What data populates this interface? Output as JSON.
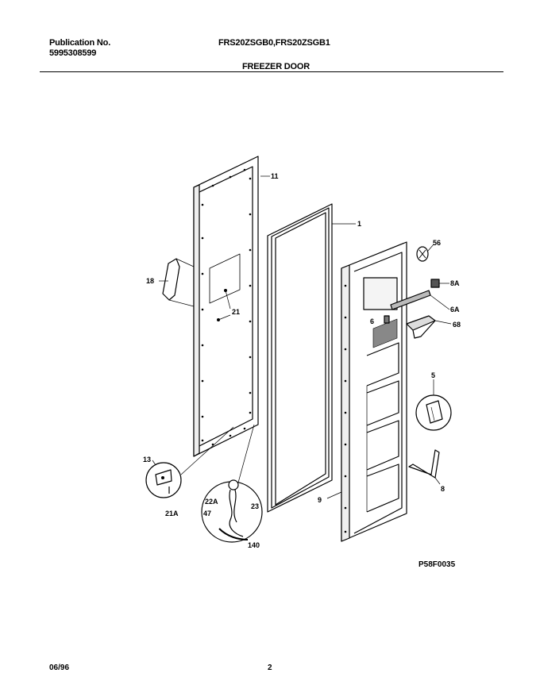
{
  "header": {
    "publication_label": "Publication No.",
    "publication_number": "5995308599",
    "models": "FRS20ZSGB0,FRS20ZSGB1",
    "section_title": "FREEZER DOOR"
  },
  "callouts": {
    "c11": "11",
    "c1": "1",
    "c56": "56",
    "c8A_top": "8A",
    "c6A": "6A",
    "c6": "6",
    "c68": "68",
    "c18": "18",
    "c21": "21",
    "c5": "5",
    "c8": "8",
    "c9": "9",
    "c13": "13",
    "c21A": "21A",
    "c22A": "22A",
    "c23": "23",
    "c47": "47",
    "c140": "140"
  },
  "figure_code": "P58F0035",
  "footer": {
    "date": "06/96",
    "page": "2"
  }
}
